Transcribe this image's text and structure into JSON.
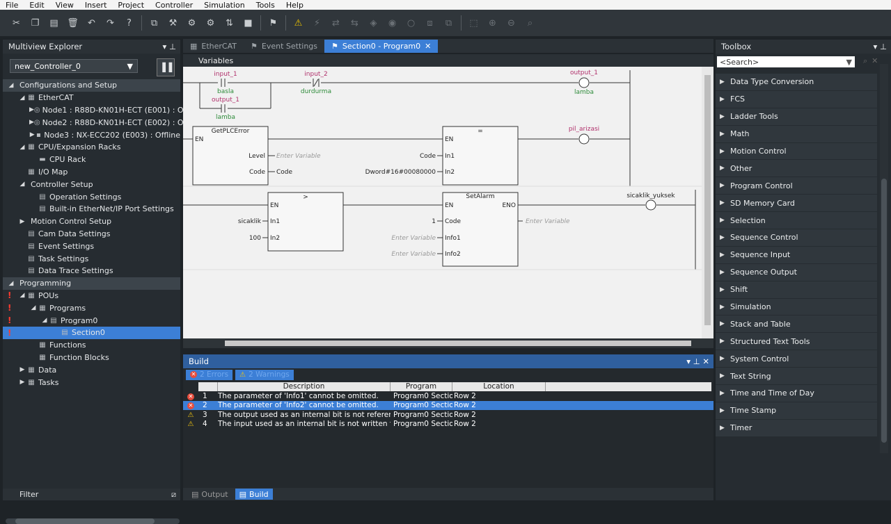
{
  "menu": [
    "File",
    "Edit",
    "View",
    "Insert",
    "Project",
    "Controller",
    "Simulation",
    "Tools",
    "Help"
  ],
  "explorer": {
    "title": "Multiview Explorer",
    "controller": "new_Controller_0",
    "tree": [
      {
        "label": "Configurations and Setup",
        "level": 0,
        "arrow": "◢",
        "icon": "",
        "hdr": true,
        "err": false
      },
      {
        "label": "EtherCAT",
        "level": 1,
        "arrow": "◢",
        "icon": "▦",
        "err": false
      },
      {
        "label": "Node1 : R88D-KN01H-ECT (E001) : O",
        "level": 2,
        "arrow": "▶",
        "icon": "◎",
        "err": false
      },
      {
        "label": "Node2 : R88D-KN01H-ECT (E002) : O",
        "level": 2,
        "arrow": "▶",
        "icon": "◎",
        "err": false
      },
      {
        "label": "Node3 : NX-ECC202 (E003) : Offline",
        "level": 2,
        "arrow": "▶",
        "icon": "▪",
        "err": false
      },
      {
        "label": "CPU/Expansion Racks",
        "level": 1,
        "arrow": "◢",
        "icon": "▦",
        "err": false
      },
      {
        "label": "CPU Rack",
        "level": 2,
        "arrow": "",
        "icon": "▬",
        "err": false
      },
      {
        "label": "I/O Map",
        "level": 1,
        "arrow": "",
        "icon": "▦",
        "err": false
      },
      {
        "label": "Controller Setup",
        "level": 1,
        "arrow": "◢",
        "icon": "",
        "err": false
      },
      {
        "label": "Operation Settings",
        "level": 2,
        "arrow": "",
        "icon": "▤",
        "err": false
      },
      {
        "label": "Built-in EtherNet/IP Port Settings",
        "level": 2,
        "arrow": "",
        "icon": "▤",
        "err": false
      },
      {
        "label": "Motion Control Setup",
        "level": 1,
        "arrow": "▶",
        "icon": "",
        "err": false
      },
      {
        "label": "Cam Data Settings",
        "level": 1,
        "arrow": "",
        "icon": "▤",
        "err": false
      },
      {
        "label": "Event Settings",
        "level": 1,
        "arrow": "",
        "icon": "▤",
        "err": false
      },
      {
        "label": "Task Settings",
        "level": 1,
        "arrow": "",
        "icon": "▤",
        "err": false
      },
      {
        "label": "Data Trace Settings",
        "level": 1,
        "arrow": "",
        "icon": "▤",
        "err": false
      },
      {
        "label": "Programming",
        "level": 0,
        "arrow": "◢",
        "icon": "",
        "hdr": true,
        "err": false
      },
      {
        "label": "POUs",
        "level": 1,
        "arrow": "◢",
        "icon": "▦",
        "err": true
      },
      {
        "label": "Programs",
        "level": 2,
        "arrow": "◢",
        "icon": "▦",
        "err": true
      },
      {
        "label": "Program0",
        "level": 3,
        "arrow": "◢",
        "icon": "▤",
        "err": true
      },
      {
        "label": "Section0",
        "level": 4,
        "arrow": "",
        "icon": "▤",
        "err": true,
        "sel": true
      },
      {
        "label": "Functions",
        "level": 2,
        "arrow": "",
        "icon": "▦",
        "err": false
      },
      {
        "label": "Function Blocks",
        "level": 2,
        "arrow": "",
        "icon": "▦",
        "err": false
      },
      {
        "label": "Data",
        "level": 1,
        "arrow": "▶",
        "icon": "▦",
        "err": false
      },
      {
        "label": "Tasks",
        "level": 1,
        "arrow": "▶",
        "icon": "▦",
        "err": false
      }
    ],
    "filter": "Filter"
  },
  "tabs": [
    {
      "label": "EtherCAT",
      "active": false
    },
    {
      "label": "Event Settings",
      "active": false
    },
    {
      "label": "Section0 - Program0",
      "active": true
    }
  ],
  "variables_label": "Variables",
  "ladder": {
    "input_1": "input_1",
    "basla": "basla",
    "input_2": "input_2",
    "durdurma": "durdurma",
    "output_1": "output_1",
    "lamba": "lamba",
    "output_1b": "output_1",
    "lamba_b": "lamba",
    "output_1_coil": "output_1",
    "lamba_coil": "lamba",
    "getplc": "GetPLCError",
    "en": "EN",
    "level": "Level",
    "code": "Code",
    "enter_var": "Enter Variable",
    "code_var": "Code",
    "eq": "=",
    "in1": "In1",
    "in2": "In2",
    "dword": "Dword#16#00080000",
    "pil": "pil_arizasi",
    "gt": ">",
    "sicaklik": "sicaklik",
    "v100": "100",
    "setalarm": "SetAlarm",
    "eno": "ENO",
    "one": "1",
    "info1": "Info1",
    "info2": "Info2",
    "sic_yuk": "sicaklik_yuksek"
  },
  "build": {
    "title": "Build",
    "errors": "2 Errors",
    "warnings": "2 Warnings",
    "columns": [
      "Description",
      "Program",
      "Location"
    ],
    "rows": [
      {
        "type": "error",
        "num": "1",
        "desc": "The parameter of 'Info1' cannot be omitted.",
        "program": "Program0 Sectio",
        "location": "Row 2"
      },
      {
        "type": "error",
        "num": "2",
        "desc": "The parameter of 'Info2' cannot be omitted.",
        "program": "Program0 Sectio",
        "location": "Row 2",
        "sel": true
      },
      {
        "type": "warning",
        "num": "3",
        "desc": "The output used as an internal bit is not referencec",
        "program": "Program0 Sectio",
        "location": "Row 2"
      },
      {
        "type": "warning",
        "num": "4",
        "desc": "The input used as an internal bit is not written fron",
        "program": "Program0 Sectio",
        "location": "Row 2"
      }
    ]
  },
  "bottom_tabs": [
    {
      "label": "Output",
      "active": false
    },
    {
      "label": "Build",
      "active": true
    }
  ],
  "toolbox": {
    "title": "Toolbox",
    "search": "<Search>",
    "items": [
      "Data Type Conversion",
      "FCS",
      "Ladder Tools",
      "Math",
      "Motion Control",
      "Other",
      "Program Control",
      "SD Memory Card",
      "Selection",
      "Sequence Control",
      "Sequence Input",
      "Sequence Output",
      "Shift",
      "Simulation",
      "Stack and Table",
      "Structured Text Tools",
      "System Control",
      "Text String",
      "Time and Time of Day",
      "Time Stamp",
      "Timer"
    ]
  }
}
